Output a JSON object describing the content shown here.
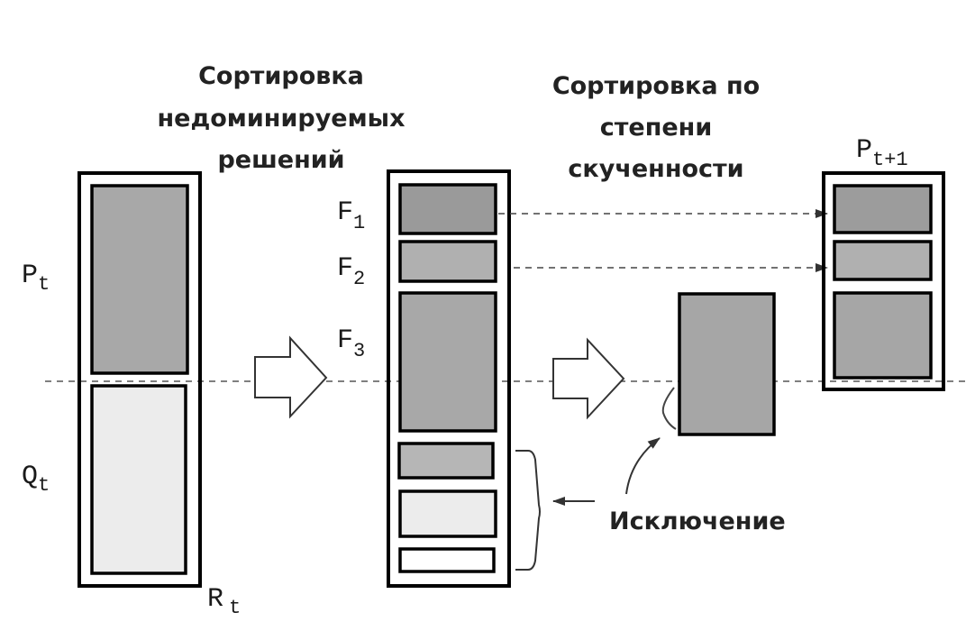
{
  "labels": {
    "sort_nondominated": [
      "Сортировка",
      "недоминируемых",
      "решений"
    ],
    "sort_crowding": [
      "Сортировка по",
      "степени",
      "скученности"
    ],
    "exclusion": "Исключение",
    "p_t": {
      "base": "P",
      "sub": "t"
    },
    "q_t": {
      "base": "Q",
      "sub": "t"
    },
    "r_t": {
      "base": "R",
      "sub": "t"
    },
    "p_t1": {
      "base": "P",
      "sub": "t+1"
    },
    "f1": {
      "base": "F",
      "sub": "1"
    },
    "f2": {
      "base": "F",
      "sub": "2"
    },
    "f3": {
      "base": "F",
      "sub": "3"
    }
  },
  "colors": {
    "outline": "#000000",
    "dark_fill": "#9c9c9c",
    "medium_fill": "#b4b4b4",
    "light_fill": "#ececec",
    "dashed": "#555555"
  }
}
